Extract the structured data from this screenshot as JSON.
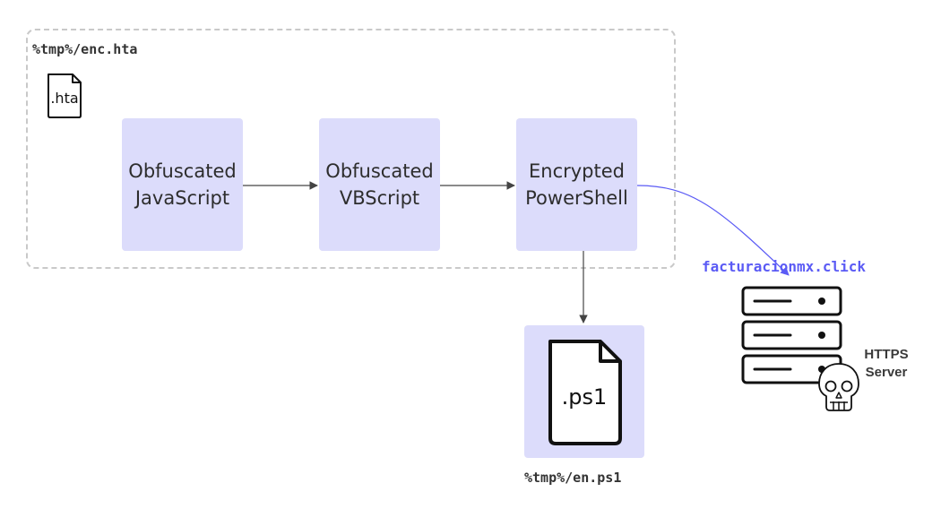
{
  "group": {
    "label": "%tmp%/enc.hta"
  },
  "hta_icon": {
    "icon": "hta-file-icon",
    "text": ".hta"
  },
  "nodes": {
    "js": "Obfuscated\nJavaScript",
    "vbs": "Obfuscated\nVBScript",
    "ps": "Encrypted\nPowerShell"
  },
  "ps1_file": {
    "icon": "ps1-file-icon",
    "text": ".ps1",
    "label": "%tmp%/en.ps1"
  },
  "server": {
    "domain": "facturacionmx.click",
    "line1": "HTTPS",
    "line2": "Server",
    "icon": "server-rack-icon",
    "badge_icon": "skull-icon"
  },
  "colors": {
    "node_fill": "#dcdcfb",
    "accent": "#5b5bf5",
    "border": "#c9c9c9",
    "stroke": "#111111"
  }
}
